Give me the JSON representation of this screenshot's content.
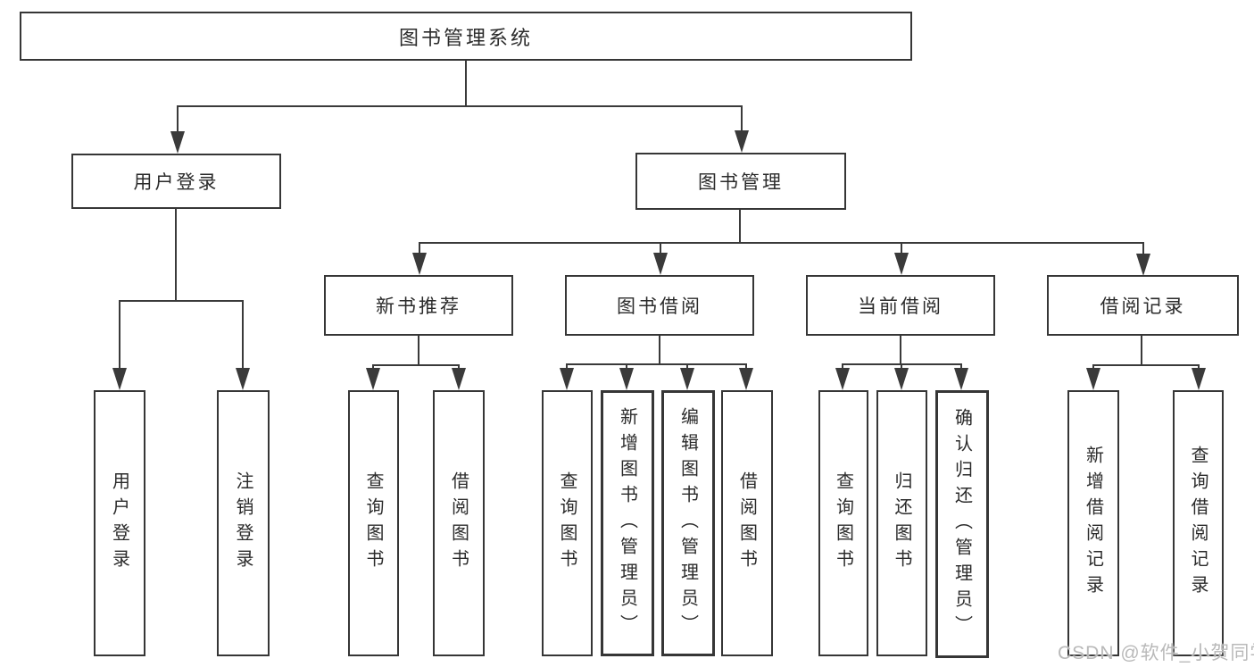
{
  "diagram": {
    "root": {
      "label": "图书管理系统"
    },
    "level2": [
      {
        "label": "用户登录"
      },
      {
        "label": "图书管理"
      }
    ],
    "level3": [
      {
        "label": "新书推荐",
        "parent": "图书管理"
      },
      {
        "label": "图书借阅",
        "parent": "图书管理"
      },
      {
        "label": "当前借阅",
        "parent": "图书管理"
      },
      {
        "label": "借阅记录",
        "parent": "图书管理"
      }
    ],
    "leaves": [
      {
        "label": "用户登录",
        "parent": "用户登录"
      },
      {
        "label": "注销登录",
        "parent": "用户登录"
      },
      {
        "label": "查询图书",
        "parent": "新书推荐"
      },
      {
        "label": "借阅图书",
        "parent": "新书推荐"
      },
      {
        "label": "查询图书",
        "parent": "图书借阅"
      },
      {
        "label": "新增图书（管理员）",
        "parent": "图书借阅"
      },
      {
        "label": "编辑图书（管理员）",
        "parent": "图书借阅"
      },
      {
        "label": "借阅图书",
        "parent": "图书借阅"
      },
      {
        "label": "查询图书",
        "parent": "当前借阅"
      },
      {
        "label": "归还图书",
        "parent": "当前借阅"
      },
      {
        "label": "确认归还（管理员）",
        "parent": "当前借阅"
      },
      {
        "label": "新增借阅记录",
        "parent": "借阅记录"
      },
      {
        "label": "查询借阅记录",
        "parent": "借阅记录"
      }
    ]
  },
  "watermark": "CSDN @软件_小贺同学",
  "colors": {
    "line": "#3a3a3a",
    "border": "#363636",
    "text": "#2b2b2b",
    "watermark": "#b9b9b9",
    "background": "#ffffff"
  }
}
